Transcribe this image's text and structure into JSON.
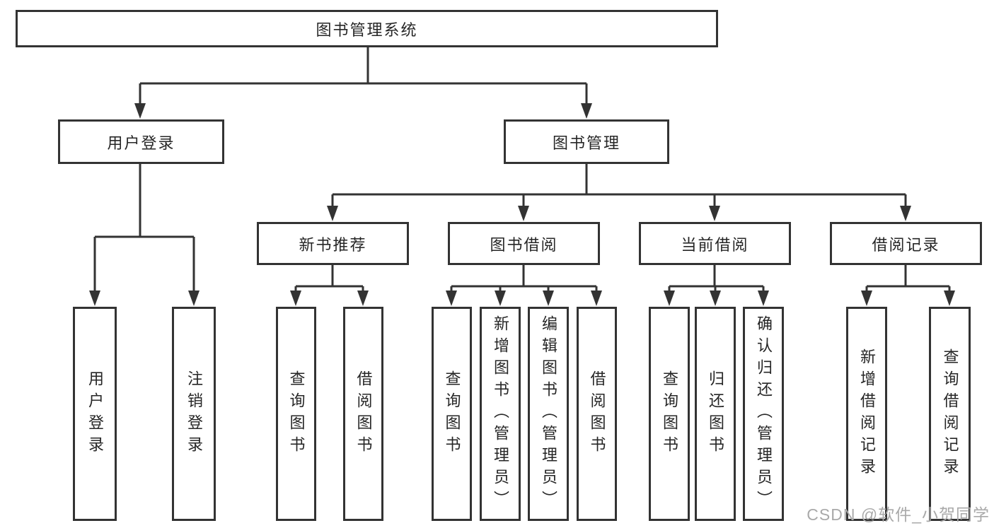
{
  "diagram": {
    "type": "hierarchy-flowchart",
    "colors": {
      "line": "#333333",
      "box_border": "#333333",
      "box_fill": "#ffffff",
      "text": "#262626",
      "watermark_text": "#a9a9a9"
    },
    "nodes": {
      "root": {
        "label": "图书管理系统"
      },
      "level2": [
        {
          "label": "用户登录"
        },
        {
          "label": "图书管理"
        }
      ],
      "level3": [
        {
          "label": "新书推荐",
          "parent": "图书管理"
        },
        {
          "label": "图书借阅",
          "parent": "图书管理"
        },
        {
          "label": "当前借阅",
          "parent": "图书管理"
        },
        {
          "label": "借阅记录",
          "parent": "图书管理"
        }
      ],
      "leaves": [
        {
          "label": "用户登录",
          "parent": "用户登录"
        },
        {
          "label": "注销登录",
          "parent": "用户登录"
        },
        {
          "label": "查询图书",
          "parent": "新书推荐"
        },
        {
          "label": "借阅图书",
          "parent": "新书推荐"
        },
        {
          "label": "查询图书",
          "parent": "图书借阅"
        },
        {
          "label": "新增图书（管理员）",
          "parent": "图书借阅"
        },
        {
          "label": "编辑图书（管理员）",
          "parent": "图书借阅"
        },
        {
          "label": "借阅图书",
          "parent": "图书借阅"
        },
        {
          "label": "查询图书",
          "parent": "当前借阅"
        },
        {
          "label": "归还图书",
          "parent": "当前借阅"
        },
        {
          "label": "确认归还（管理员）",
          "parent": "当前借阅"
        },
        {
          "label": "新增借阅记录",
          "parent": "借阅记录"
        },
        {
          "label": "查询借阅记录",
          "parent": "借阅记录"
        }
      ]
    }
  },
  "watermark": {
    "text": "CSDN @软件_小贺同学"
  }
}
